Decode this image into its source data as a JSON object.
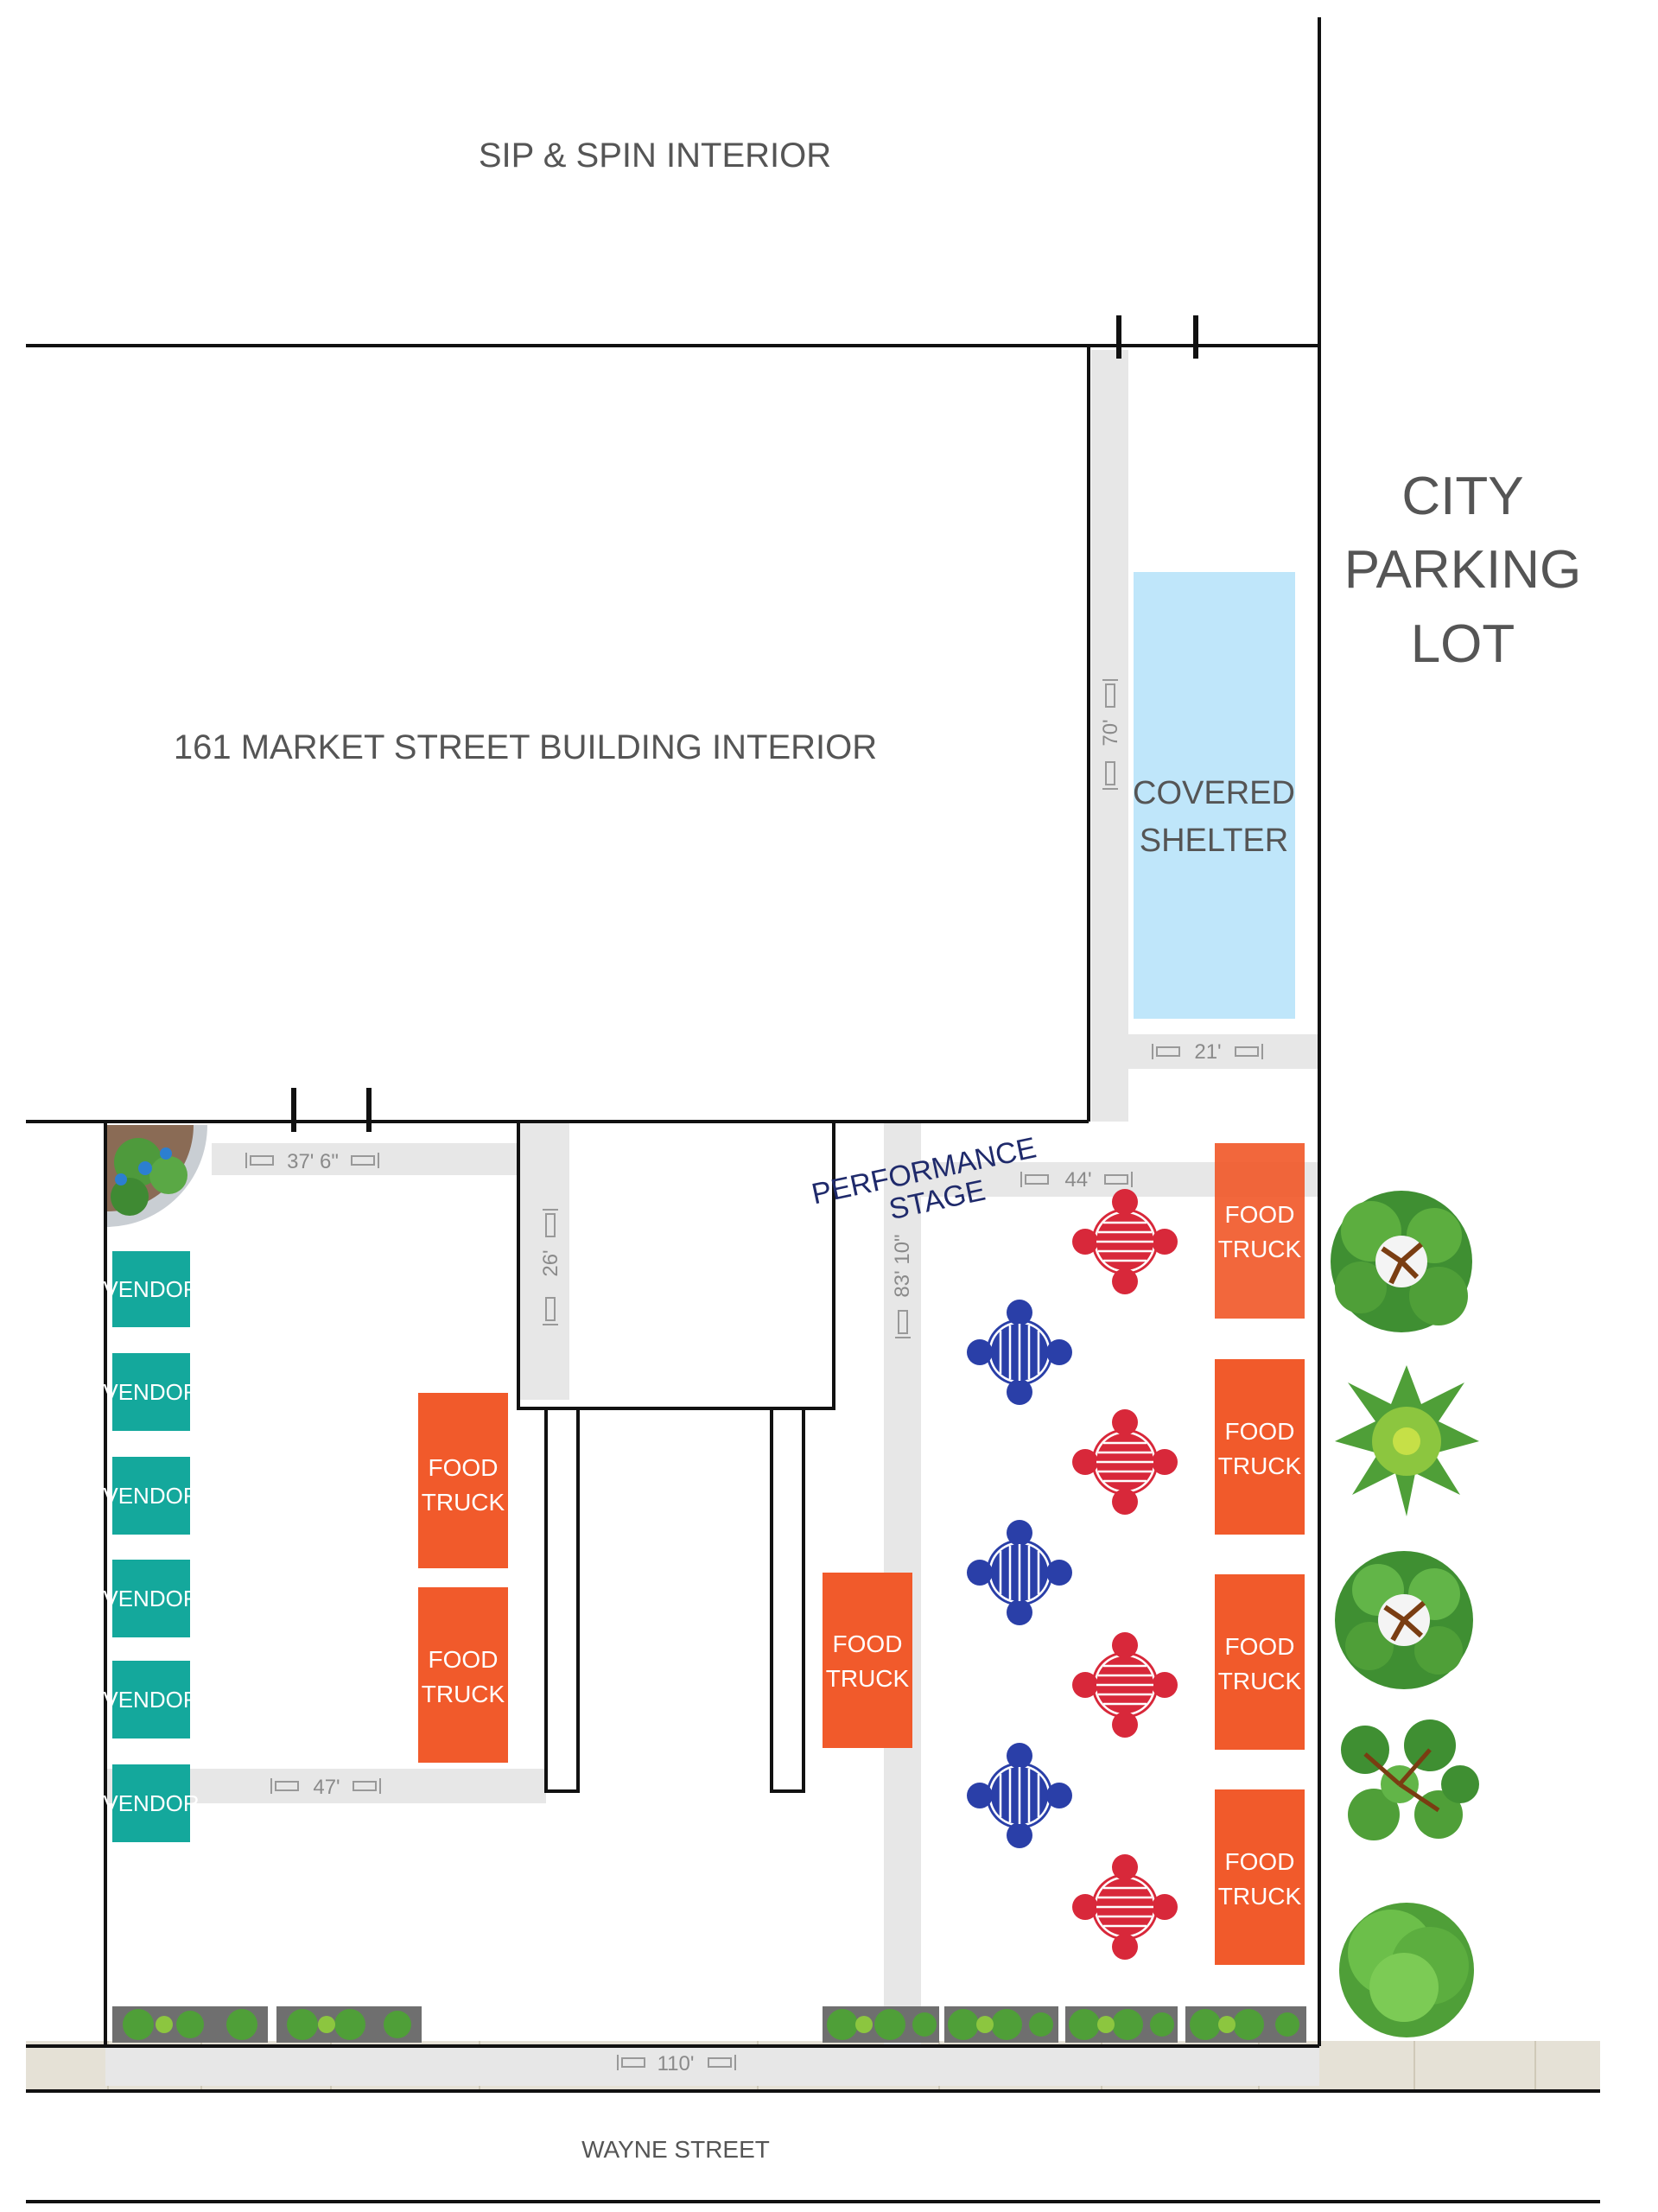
{
  "map": {
    "areas": {
      "sip_spin": "SIP & SPIN INTERIOR",
      "building": "161 MARKET STREET BUILDING INTERIOR",
      "parking": [
        "CITY",
        "PARKING",
        "LOT"
      ],
      "shelter": [
        "COVERED",
        "SHELTER"
      ],
      "stage": [
        "PERFORMANCE",
        "STAGE"
      ],
      "street": "WAYNE STREET"
    },
    "dimensions": {
      "d70": "70'",
      "d21": "21'",
      "d37": "37' 6\"",
      "d26": "26'",
      "d44": "44'",
      "d83": "83' 10\"",
      "d47": "47'",
      "d110": "110'"
    },
    "vendor_label": "VENDOR",
    "vendor_count": 6,
    "food_truck_label": [
      "FOOD",
      "TRUCK"
    ],
    "food_truck_count": 7,
    "colors": {
      "food_truck": "#f15a2b",
      "vendor": "#14a89c",
      "shelter": "#bfe6fa",
      "walkway": "#e7e7e7",
      "sidewalk": "#e5e1d6",
      "table_red": "#d8283a",
      "table_blue": "#2a3fa8",
      "stage_text": "#1f2a6b"
    }
  }
}
